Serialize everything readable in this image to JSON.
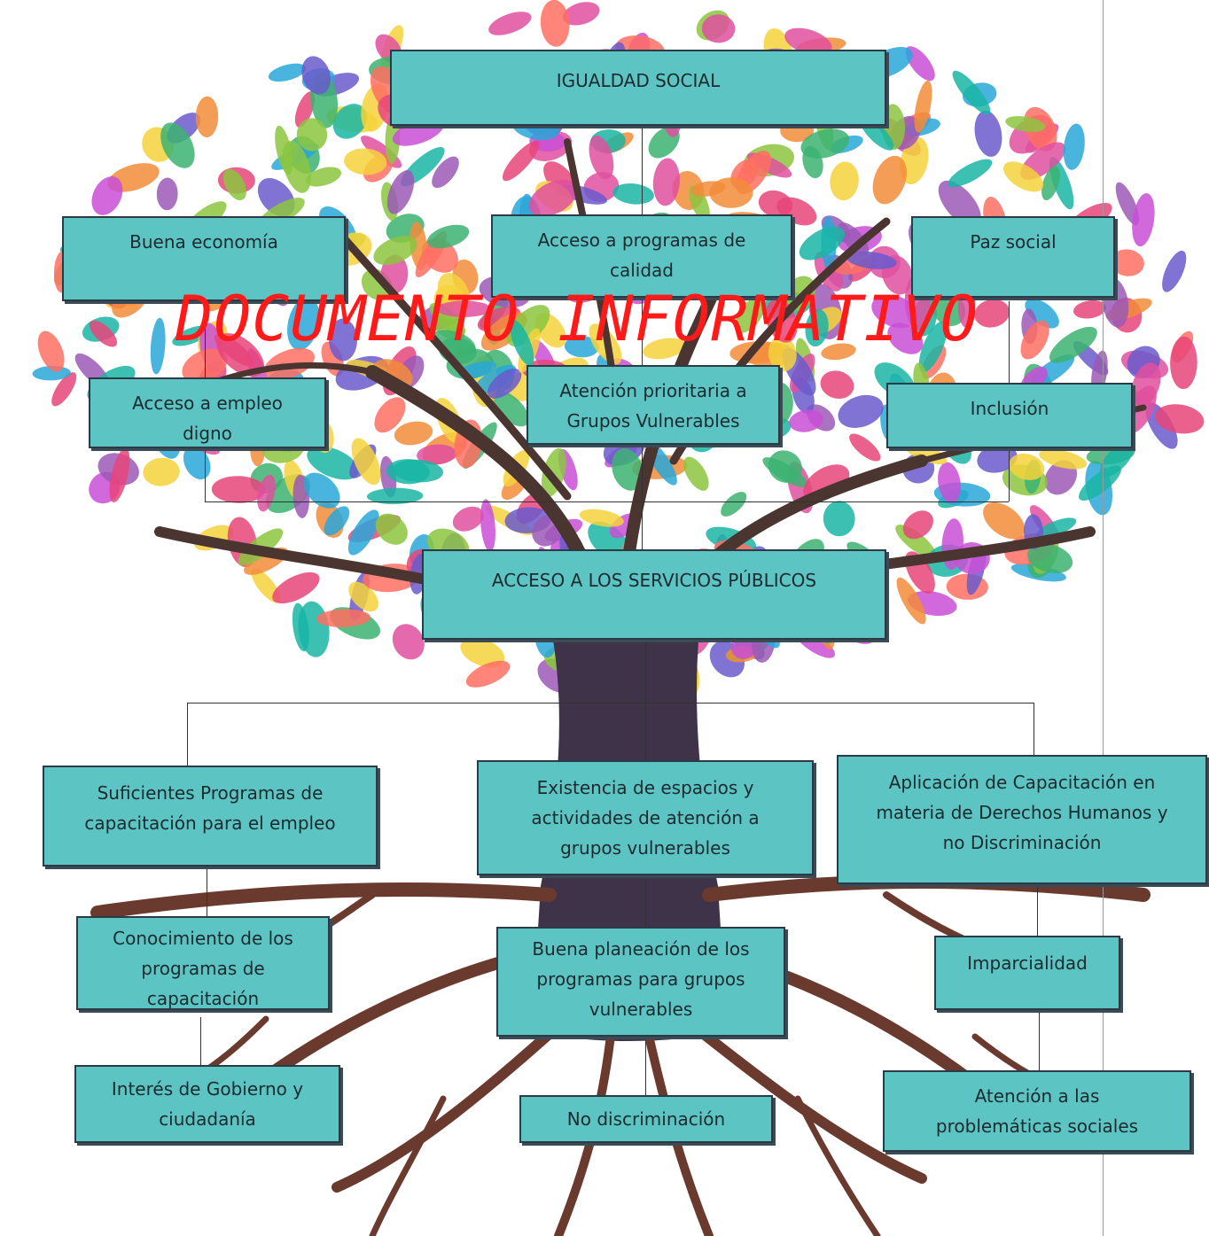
{
  "watermark": "DOCUMENTO INFORMATIVO",
  "effect": {
    "title": "IGUALDAD SOCIAL",
    "branches": [
      "Buena economía",
      "Acceso a programas de\ncalidad",
      "Paz social",
      "Acceso a empleo\ndigno",
      "Atención prioritaria a\nGrupos Vulnerables",
      "Inclusión"
    ]
  },
  "core_problem": "ACCESO A LOS SERVICIOS PÚBLICOS",
  "causes": [
    "Suficientes Programas de\ncapacitación para el empleo",
    "Existencia de espacios y\nactividades de atención a\ngrupos vulnerables",
    "Aplicación de Capacitación en\nmateria de Derechos Humanos y\nno Discriminación",
    "Conocimiento de los\nprogramas de\ncapacitación",
    "Buena planeación de los\nprogramas para grupos\nvulnerables",
    "Imparcialidad",
    "Interés de Gobierno y\nciudadanía",
    "No discriminación",
    "Atención a las\nproblemáticas sociales"
  ],
  "colors": {
    "box_fill": "#5cc4c2",
    "box_border": "#2b3a44",
    "watermark": "#ff1a1a",
    "trunk": "#3e3348",
    "roots": "#6b3a2e"
  }
}
